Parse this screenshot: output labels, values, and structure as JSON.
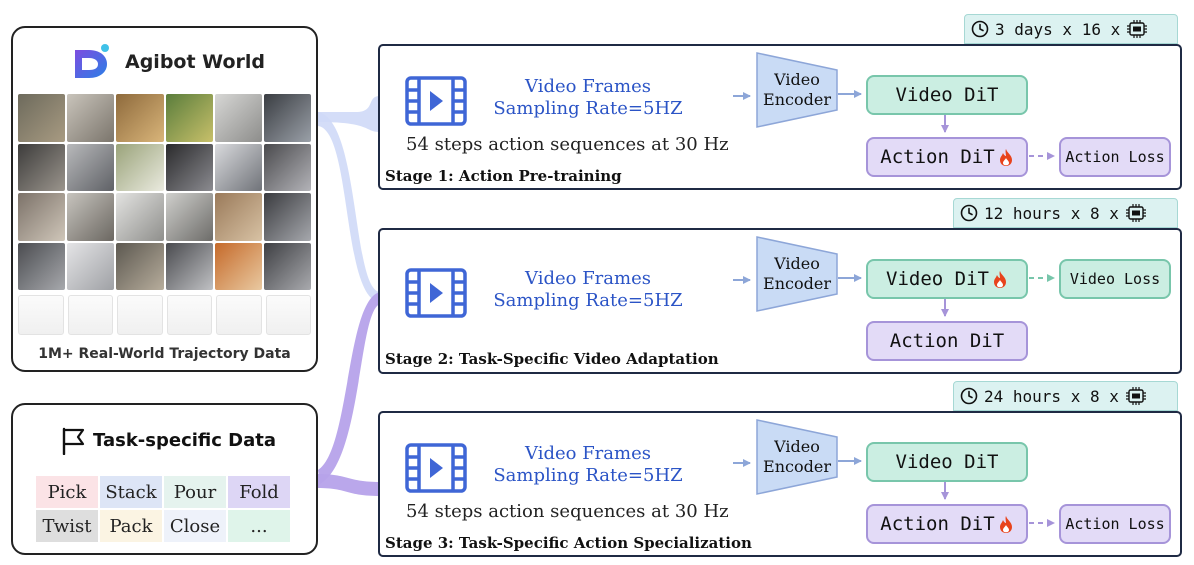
{
  "dataset": {
    "brand": "Agibot World",
    "caption": "1M+ Real-World Trajectory Data"
  },
  "task_data": {
    "title": "Task-specific Data",
    "chips": [
      {
        "label": "Pick",
        "color": "#fbe3e6"
      },
      {
        "label": "Stack",
        "color": "#dde5f6"
      },
      {
        "label": "Pour",
        "color": "#e5f3ee"
      },
      {
        "label": "Fold",
        "color": "#ddd6f5"
      },
      {
        "label": "Twist",
        "color": "#dedede"
      },
      {
        "label": "Pack",
        "color": "#fbf4e3"
      },
      {
        "label": "Close",
        "color": "#eef2fa"
      },
      {
        "label": "...",
        "color": "#dff4ea"
      }
    ]
  },
  "stages": [
    {
      "label": "Stage 1: Action Pre-training",
      "badge": "3 days x 16 x",
      "frames_line1": "Video Frames",
      "frames_line2": "Sampling Rate=5HZ",
      "steps": "54 steps action sequences at 30 Hz",
      "encoder_line1": "Video",
      "encoder_line2": "Encoder",
      "video_dit": "Video DiT",
      "action_dit": "Action DiT",
      "loss": "Action Loss"
    },
    {
      "label": "Stage 2: Task-Specific Video Adaptation",
      "badge": "12 hours x 8 x",
      "frames_line1": "Video Frames",
      "frames_line2": "Sampling Rate=5HZ",
      "steps": "",
      "encoder_line1": "Video",
      "encoder_line2": "Encoder",
      "video_dit": "Video DiT",
      "action_dit": "Action DiT",
      "loss": "Video Loss"
    },
    {
      "label": "Stage 3: Task-Specific Action Specialization",
      "badge": "24 hours x 8 x",
      "frames_line1": "Video Frames",
      "frames_line2": "Sampling Rate=5HZ",
      "steps": "54 steps action sequences at 30 Hz",
      "encoder_line1": "Video",
      "encoder_line2": "Encoder",
      "video_dit": "Video DiT",
      "action_dit": "Action DiT",
      "loss": "Action Loss"
    }
  ],
  "icons": {
    "trainable": "flame-icon",
    "duration": "clock-icon",
    "hardware": "gpu-chip-icon",
    "video": "film-icon",
    "task": "flag-icon",
    "logo": "agibot-logo-icon"
  },
  "colors": {
    "video_dit_fill": "#cbeee2",
    "action_dit_fill": "#e3dbf7",
    "frames_text": "#2b54c6",
    "film_icon": "#3f66d6",
    "flame": "#e8431c",
    "dataset_flow": "#cfd9f7",
    "task_flow": "#b6a2ea",
    "badge_fill": "#dcf2f1",
    "arrow": "#8da6d8"
  }
}
